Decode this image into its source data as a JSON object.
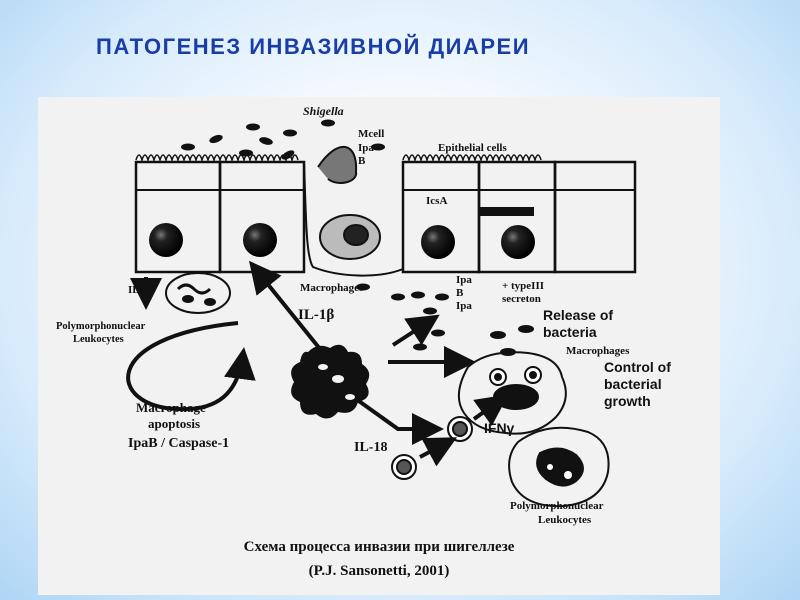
{
  "slide": {
    "title": "ПАТОГЕНЕЗ ИНВАЗИВНОЙ ДИАРЕИ"
  },
  "figure": {
    "labels": {
      "shigella": "Shigella",
      "mcell": "Mcell",
      "ipa": "Ipa",
      "b": "B",
      "epithelial": "Epithelial cells",
      "icsa": "IcsA",
      "il8": "IL-8",
      "pmn_top_1": "Polymorphonuclear",
      "pmn_top_2": "Leukocytes",
      "macrophages_top": "Macrophages",
      "ipa_b_ipa_1": "Ipa",
      "ipa_b_ipa_2": "B",
      "ipa_b_ipa_3": "Ipa",
      "type3_1": "+ typeIII",
      "type3_2": "secreton",
      "il1b": "IL-1β",
      "release_1": "Release of",
      "release_2": "bacteria",
      "macrophages_mid": "Macrophages",
      "control_1": "Control of",
      "control_2": "bacterial",
      "control_3": "growth",
      "apoptosis_1": "Macrophage",
      "apoptosis_2": "apoptosis",
      "apoptosis_3": "IpaB / Caspase-1",
      "ifng": "IFNγ",
      "il18": "IL-18",
      "pmn_bottom_1": "Polymorphonuclear",
      "pmn_bottom_2": "Leukocytes"
    },
    "caption_line1": "Схема процесса инвазии при шигеллезе",
    "caption_line2": "(P.J. Sansonetti, 2001)"
  }
}
